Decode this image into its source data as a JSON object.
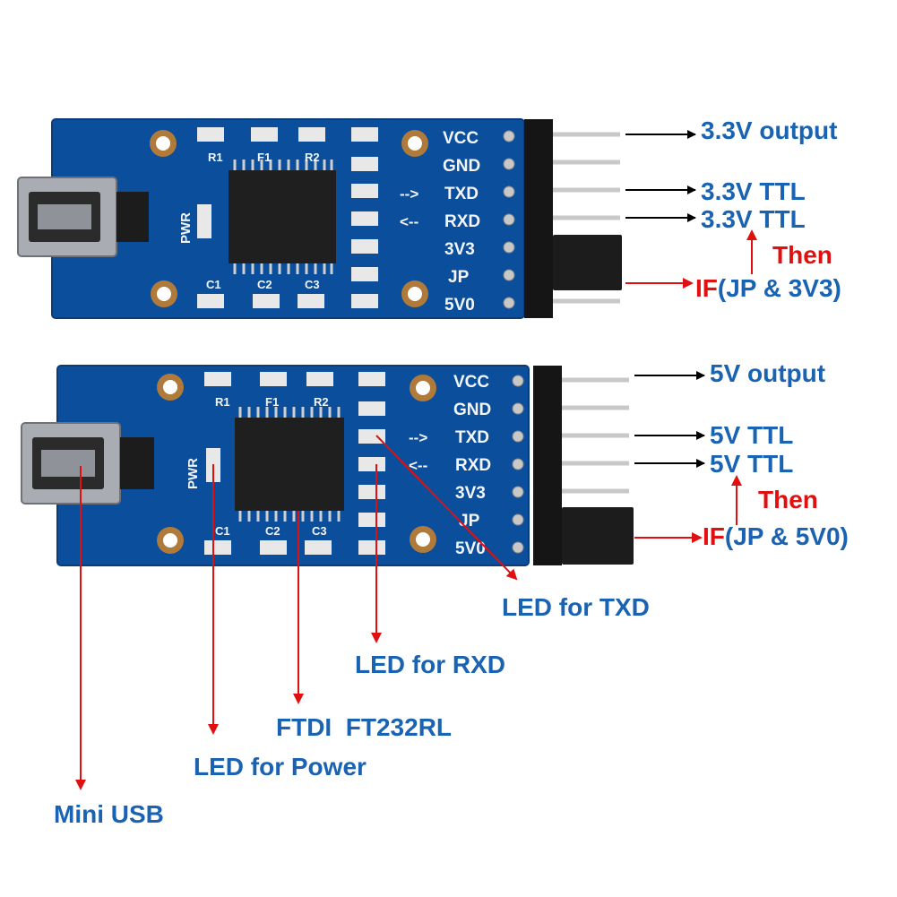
{
  "colors": {
    "board": "#0b4f9c",
    "board_edge": "#083d7a",
    "silkscreen": "#f2f5fa",
    "annotation_blue": "#1a63b3",
    "annotation_red": "#e01010",
    "arrow_black": "#000000",
    "pad_copper": "#b07a3a",
    "pin_metal": "#c8c8c8"
  },
  "board_top": {
    "pin_labels": [
      "VCC",
      "GND",
      "-->",
      "TXD",
      "<--",
      "RXD",
      "3V3",
      "JP",
      "5V0"
    ],
    "component_labels": [
      "R1",
      "F1",
      "R2",
      "C1",
      "C2",
      "C3",
      "PWR"
    ],
    "annotations": {
      "vcc": "3.3V output",
      "txd": "3.3V TTL",
      "rxd": "3.3V TTL",
      "then": "Then",
      "if_word": "IF",
      "if_cond": "(JP & 3V3)"
    }
  },
  "board_bottom": {
    "pin_labels": [
      "VCC",
      "GND",
      "-->",
      "TXD",
      "<--",
      "RXD",
      "3V3",
      "JP",
      "5V0"
    ],
    "component_labels": [
      "R1",
      "F1",
      "R2",
      "C1",
      "C2",
      "C3",
      "PWR"
    ],
    "annotations": {
      "vcc": "5V output",
      "txd": "5V TTL",
      "rxd": "5V TTL",
      "then": "Then",
      "if_word": "IF",
      "if_cond": "(JP & 5V0)"
    }
  },
  "callouts": {
    "led_txd": "LED for TXD",
    "led_rxd": "LED for RXD",
    "chip": "FTDI  FT232RL",
    "led_power": "LED for Power",
    "mini_usb": "Mini USB"
  }
}
